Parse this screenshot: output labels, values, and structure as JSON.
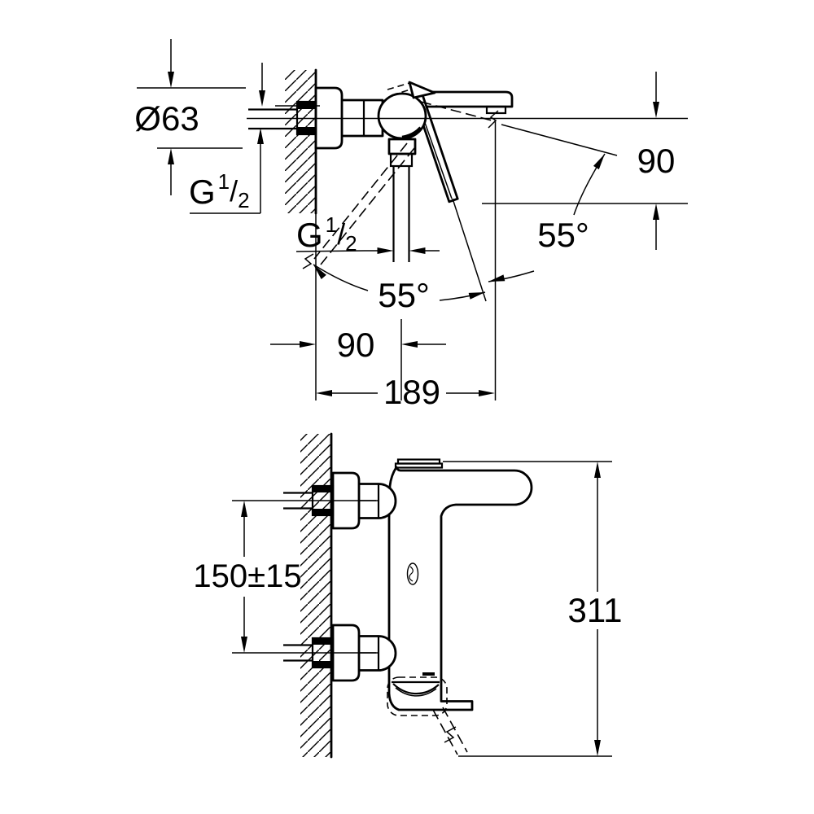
{
  "title": "bath-mixer-technical-drawing",
  "colors": {
    "background": "#ffffff",
    "line": "#000000"
  },
  "top_view": {
    "escutcheon_diameter": "Ø63",
    "wall_thread": {
      "g": "G",
      "sup": "1",
      "slash": "/",
      "sub": "2"
    },
    "hose_thread": {
      "g": "G",
      "sup": "1",
      "slash": "/",
      "sub": "2"
    },
    "lever_swing_angle": "55°",
    "lever_open_angle": "55°",
    "clearance_below_outlet": "90",
    "hose_center_offset": "90",
    "spout_reach": "189"
  },
  "side_view": {
    "inlet_spacing": "150±15",
    "overall_height": "311",
    "logo": "grohe-logo"
  }
}
